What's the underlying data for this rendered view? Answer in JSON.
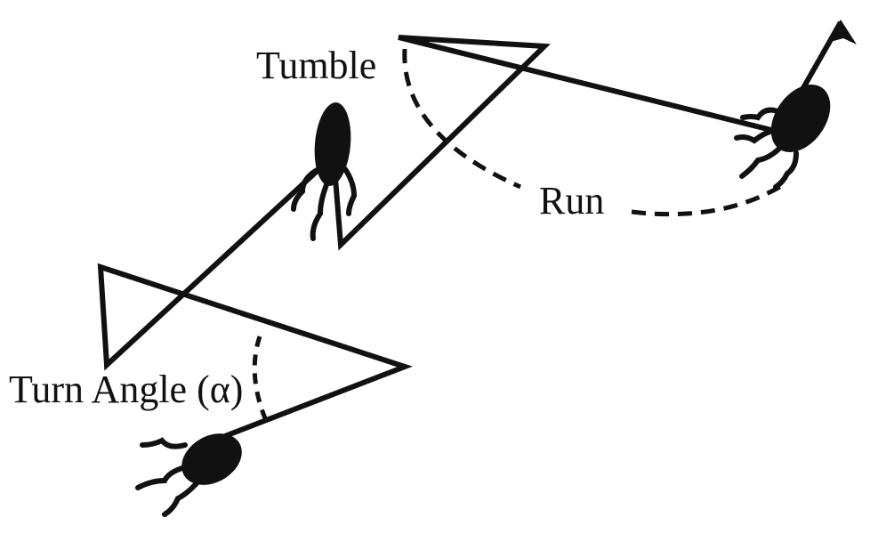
{
  "labels": {
    "tumble": "Tumble",
    "run": "Run",
    "turn_angle": "Turn Angle (α)"
  },
  "colors": {
    "ink": "#111111",
    "background": "#ffffff"
  },
  "icons": [
    "bacterium-icon",
    "arrow-icon"
  ]
}
